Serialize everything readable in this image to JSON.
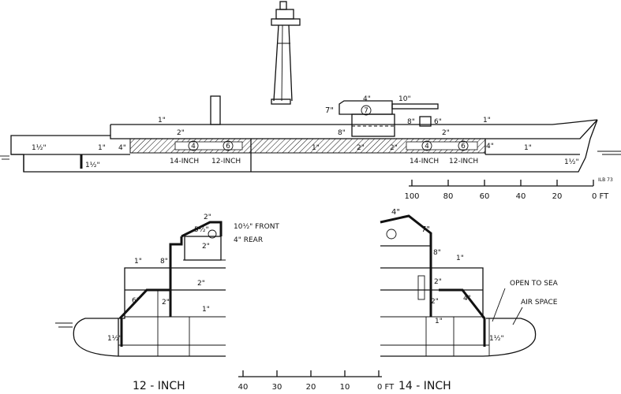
{
  "side_view": {
    "turret_labels": {
      "main": "7",
      "aft_a": "4",
      "aft_b": "6",
      "fwd_a": "4",
      "fwd_b": "6"
    },
    "armor_labels": {
      "turret_top": "4\"",
      "barbette_front": "10\"",
      "turret_side": "7\"",
      "upper_deck_aft": "1\"",
      "main_deck_aft": "2\"",
      "forecastle": "1\"",
      "deck_2in_fwd": "2\"",
      "barbette_8": "8\"",
      "barbette_6": "6\"",
      "stern_1half": "1½\"",
      "stern_1": "1\"",
      "stern_4": "4\"",
      "lower_1half": "1½\"",
      "mid_1": "1\"",
      "mid_2": "2\"",
      "mid_2b": "2\"",
      "belt_8": "8\"",
      "bow_4": "4\"",
      "bow_1": "1\"",
      "bow_1half": "1½\""
    },
    "caption_14_aft": "14-INCH",
    "caption_12_aft": "12-INCH",
    "caption_14_fwd": "14-INCH",
    "caption_12_fwd": "12-INCH",
    "credit": "ILB 73"
  },
  "scale_top": {
    "ticks": [
      "100",
      "80",
      "60",
      "40",
      "20",
      "0 FT"
    ]
  },
  "section_12": {
    "title": "12 - INCH",
    "labels": {
      "top": "2\"",
      "roof": "5½\"",
      "inner_2": "2\"",
      "front_rear_1": "10½\" FRONT",
      "front_rear_2": "4\" REAR",
      "deck_1": "1\"",
      "barbette_8": "8\"",
      "deck_2": "2\"",
      "slope_6": "6\"",
      "inner_2b": "2\"",
      "inner_1": "1\"",
      "bulge_1half": "1½\""
    }
  },
  "section_14": {
    "title": "14 - INCH",
    "labels": {
      "roof_4": "4\"",
      "side_7": "7\"",
      "barbette_8": "8\"",
      "deck_1": "1\"",
      "deck_2": "2\"",
      "slope_4": "4\"",
      "inner_2": "2\"",
      "inner_1": "1\"",
      "bulge_1half": "1½\"",
      "open_to_sea": "OPEN TO SEA",
      "air_space": "AIR SPACE"
    }
  },
  "scale_bottom": {
    "ticks": [
      "40",
      "30",
      "20",
      "10",
      "0 FT"
    ]
  }
}
